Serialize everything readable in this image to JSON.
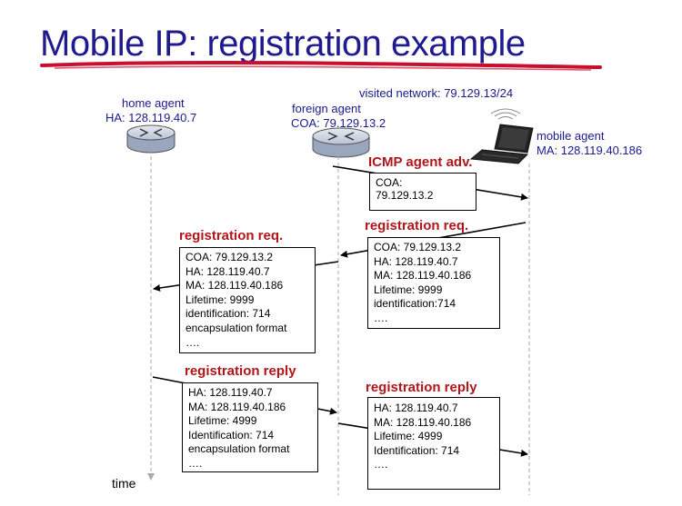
{
  "slide": {
    "title": "Mobile IP: registration example",
    "visited_network": "visited network: 79.129.13/24",
    "time_label": "time"
  },
  "agents": {
    "home": {
      "name": "home agent",
      "address": "HA: 128.119.40.7"
    },
    "foreign": {
      "name": "foreign agent",
      "address": "COA: 79.129.13.2"
    },
    "mobile": {
      "name": "mobile agent",
      "address": "MA: 128.119.40.186"
    }
  },
  "messages": {
    "icmp_adv": {
      "label": "ICMP agent adv.",
      "lines": [
        "COA:",
        "79.129.13.2",
        "…."
      ]
    },
    "req_mobile_to_foreign": {
      "label": "registration req.",
      "lines": [
        "COA: 79.129.13.2",
        "HA: 128.119.40.7",
        "MA: 128.119.40.186",
        "Lifetime: 9999",
        "identification:714",
        "…."
      ]
    },
    "req_foreign_to_home": {
      "label": "registration req.",
      "lines": [
        "COA: 79.129.13.2",
        "HA: 128.119.40.7",
        "MA: 128.119.40.186",
        "Lifetime: 9999",
        "identification: 714",
        "encapsulation format",
        "…."
      ]
    },
    "reply_home_to_foreign": {
      "label": "registration reply",
      "lines": [
        "HA: 128.119.40.7",
        "MA: 128.119.40.186",
        "Lifetime: 4999",
        "Identification: 714",
        "encapsulation format",
        "…."
      ]
    },
    "reply_foreign_to_mobile": {
      "label": "registration reply",
      "lines": [
        "HA: 128.119.40.7",
        "MA: 128.119.40.186",
        "Lifetime: 4999",
        "Identification: 714",
        "…."
      ]
    }
  },
  "colors": {
    "title": "#1f1a8e",
    "underline": "#c8102e",
    "agent_text": "#1a1a8c",
    "message_label": "#b0151a",
    "router_body": "#b9c3d6"
  }
}
